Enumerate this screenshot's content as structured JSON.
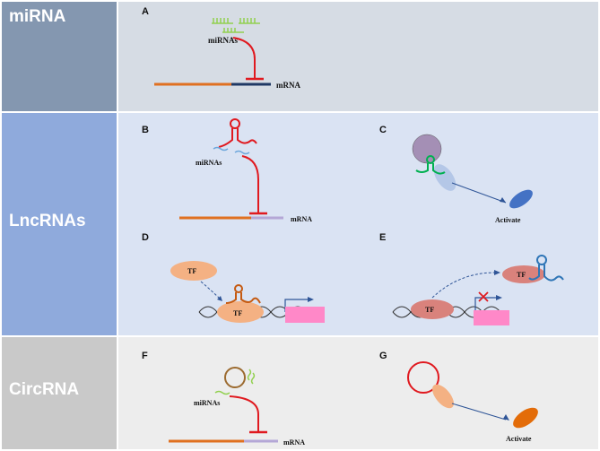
{
  "sections": [
    {
      "id": "mirna",
      "label": "miRNA",
      "side_color": "#8497b0",
      "bg_color": "#d6dce4"
    },
    {
      "id": "lncrnas",
      "label": "LncRNAs",
      "side_color": "#8faadc",
      "bg_color": "#dae3f3"
    },
    {
      "id": "circrna",
      "label": "CircRNA",
      "side_color": "#c9c9c9",
      "bg_color": "#ededed"
    }
  ],
  "panels": {
    "A": {
      "letter": "A",
      "mirnas_label": "miRNAs",
      "mrna_label": "mRNA"
    },
    "B": {
      "letter": "B",
      "mirnas_label": "miRNAs",
      "mrna_label": "mRNA"
    },
    "C": {
      "letter": "C",
      "activate_label": "Activate"
    },
    "D": {
      "letter": "D",
      "tf_label_1": "TF",
      "tf_label_2": "TF"
    },
    "E": {
      "letter": "E",
      "tf_label_1": "TF",
      "tf_label_2": "TF"
    },
    "F": {
      "letter": "F",
      "mirnas_label": "miRNAs",
      "mrna_label": "mRNA"
    },
    "G": {
      "letter": "G",
      "activate_label": "Activate"
    }
  },
  "colors": {
    "orange_line": "#e07020",
    "navy_line": "#1f3864",
    "lilac_line": "#b4a7d6",
    "inhibit_red": "#e0191f",
    "mirna_green": "#92d050",
    "tf_salmon": "#f4b183",
    "pink_box": "#ff88c8",
    "arrow_blue": "#2f5597",
    "circ_brown": "#9c6b30"
  }
}
